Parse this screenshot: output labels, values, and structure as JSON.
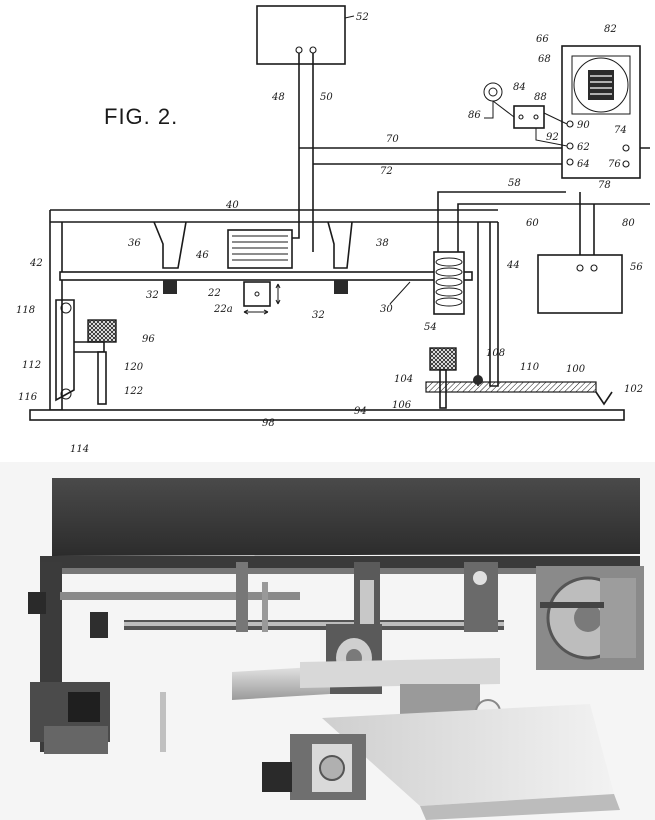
{
  "figure": {
    "title": "FIG. 2.",
    "labels": {
      "l52": "52",
      "l48": "48",
      "l50": "50",
      "l70": "70",
      "l72": "72",
      "l40": "40",
      "l42": "42",
      "l36": "36",
      "l38": "38",
      "l46": "46",
      "l32a": "32",
      "l32b": "32",
      "l30": "30",
      "l22": "22",
      "l22a": "22a",
      "l44": "44",
      "l54": "54",
      "l58": "58",
      "l60": "60",
      "l78": "78",
      "l80": "80",
      "l56": "56",
      "l66": "66",
      "l68": "68",
      "l82": "82",
      "l84": "84",
      "l86": "86",
      "l88": "88",
      "l90": "90",
      "l92": "92",
      "l62": "62",
      "l64": "64",
      "l74": "74",
      "l76": "76",
      "l118": "118",
      "l112": "112",
      "l116": "116",
      "l114": "114",
      "l96": "96",
      "l120": "120",
      "l122": "122",
      "l98": "98",
      "l104": "104",
      "l106": "106",
      "l94": "94",
      "l108": "108",
      "l110": "110",
      "l100": "100",
      "l102": "102"
    }
  },
  "photo": {
    "description_tag": "apparatus-photograph"
  }
}
